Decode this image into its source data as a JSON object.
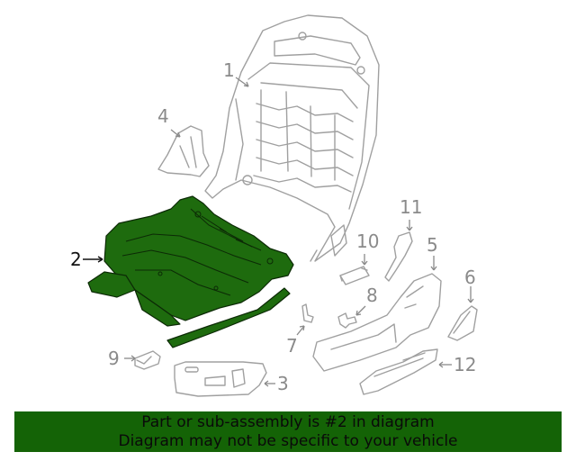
{
  "diagram": {
    "highlight_color": "#1e6b0e",
    "line_color": "#9a9a9a",
    "highlighted_part": "2",
    "callouts": [
      {
        "number": "1",
        "part": "seat-back-frame"
      },
      {
        "number": "2",
        "part": "seat-cushion-frame-track-assembly"
      },
      {
        "number": "3",
        "part": "switch-bezel"
      },
      {
        "number": "4",
        "part": "small-cover"
      },
      {
        "number": "5",
        "part": "outer-side-shield"
      },
      {
        "number": "6",
        "part": "knob-cover"
      },
      {
        "number": "7",
        "part": "lever-bracket"
      },
      {
        "number": "8",
        "part": "clip"
      },
      {
        "number": "9",
        "part": "clip-retainer"
      },
      {
        "number": "10",
        "part": "track-cover"
      },
      {
        "number": "11",
        "part": "recliner-cover"
      },
      {
        "number": "12",
        "part": "track-cover-inner"
      }
    ]
  },
  "banner": {
    "line1": "Part or sub-assembly is #2 in diagram",
    "line2": "Diagram may not be specific to your vehicle",
    "background": "#146306"
  }
}
